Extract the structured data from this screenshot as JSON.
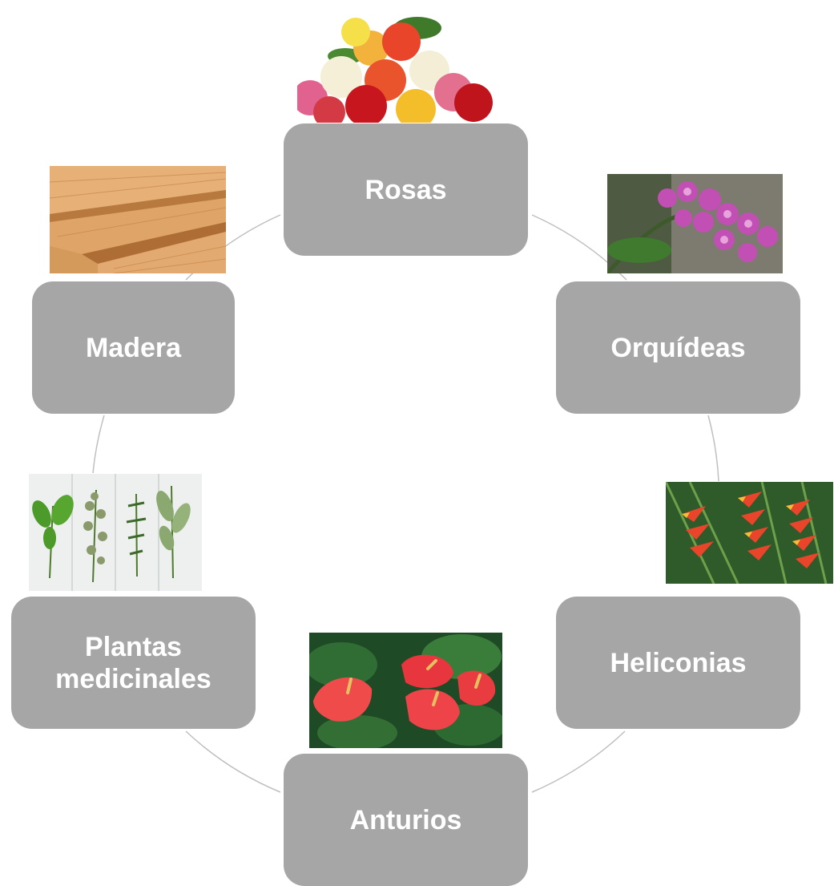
{
  "cycle": {
    "nodes": [
      {
        "label": "Rosas",
        "image": "roses-bouquet-photo"
      },
      {
        "label": "Orquídeas",
        "image": "pink-orchids-photo"
      },
      {
        "label": "Heliconias",
        "image": "heliconia-flowers-photo"
      },
      {
        "label": "Anturios",
        "image": "red-anthurium-photo"
      },
      {
        "label": "Plantas medicinales",
        "image": "medicinal-herbs-photo"
      },
      {
        "label": "Madera",
        "image": "wood-planks-photo"
      }
    ],
    "colors": {
      "node_fill": "#a6a6a6",
      "node_text": "#ffffff",
      "connector": "#bfbfbf"
    }
  }
}
